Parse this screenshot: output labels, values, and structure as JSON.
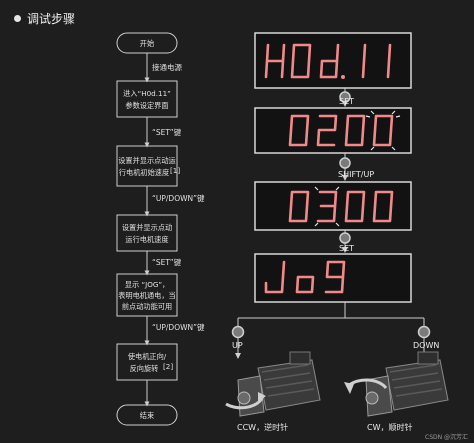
{
  "header": {
    "title": "调试步骤"
  },
  "flow": {
    "start": "开始",
    "step1_label": "接通电源",
    "box1_line1": "进入“H0d.11”",
    "box1_line2": "参数设定界面",
    "step2_label": "“SET”键",
    "box2_line1": "设置并显示点动运",
    "box2_line2": "行电机初始速度",
    "box2_note": "[1]",
    "step3_label": "“UP/DOWN”键",
    "box3_line1": "设置并显示点动",
    "box3_line2": "运行电机速度",
    "step4_label": "“SET”键",
    "box4_line1": "显示 “JOG”，",
    "box4_line2": "表明电机通电，当",
    "box4_line3": "前点动功能可用",
    "step5_label": "“UP/DOWN”键",
    "box5_line1": "使电机正向/",
    "box5_line2": "反向旋转",
    "box5_note": "[2]",
    "end": "结束"
  },
  "displays": [
    {
      "name": "display-h0d11",
      "text": "H0d.11"
    },
    {
      "name": "display-0200",
      "text": "0200"
    },
    {
      "name": "display-0300",
      "text": "0300"
    },
    {
      "name": "display-jog",
      "text": "JoG"
    }
  ],
  "buttons": {
    "set1": "SET",
    "shift_up": "SHIFT/UP",
    "set2": "SET",
    "up": "UP",
    "down": "DOWN"
  },
  "motors": {
    "ccw_caption": "CCW，逆时针",
    "cw_caption": "CW，顺时针"
  },
  "watermark": "CSDN @沉芳汇",
  "colors": {
    "segment": "#f08a8a",
    "background": "#1e1e1e",
    "lcd": "#121212"
  }
}
